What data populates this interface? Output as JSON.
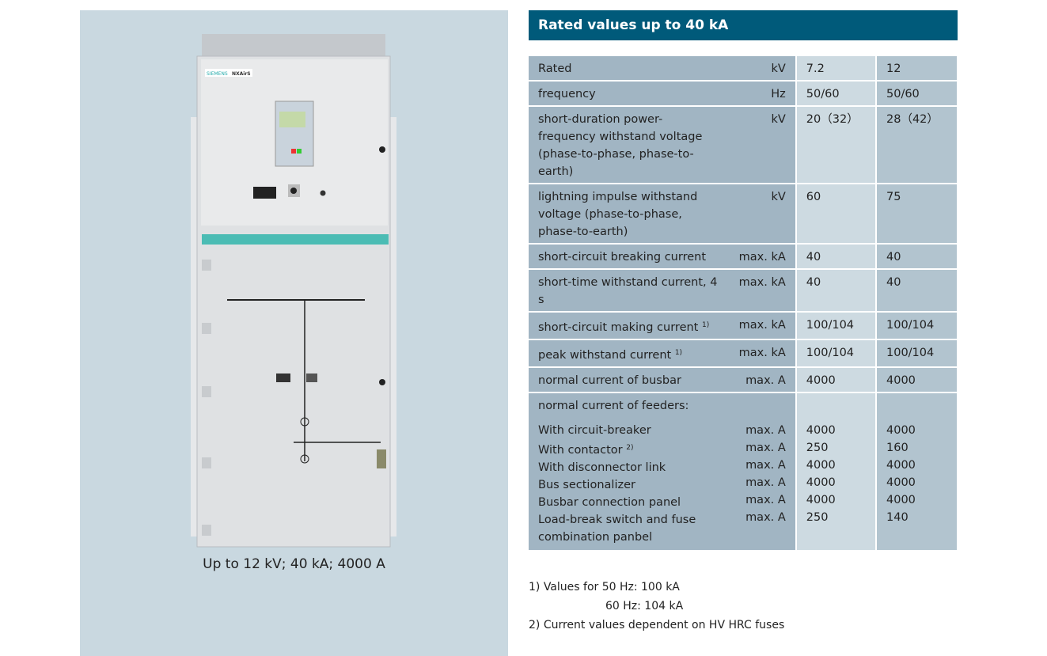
{
  "caption": "Up to 12 kV; 40 kA; 4000 A",
  "logo": {
    "brand": "SIEMENS",
    "product": "NXAirS"
  },
  "title": "Rated values up to 40 kA",
  "rows": [
    {
      "label": "Rated",
      "unit": "kV",
      "v1": "7.2",
      "v2": "12"
    },
    {
      "label": "frequency",
      "unit": "Hz",
      "v1": "50/60",
      "v2": "50/60"
    },
    {
      "label": "short-duration power-frequency withstand voltage (phase-to-phase, phase-to-earth)",
      "unit": "kV",
      "v1": "20（32）",
      "v2": "28（42）"
    },
    {
      "label": "lightning impulse withstand voltage (phase-to-phase, phase-to-earth)",
      "unit": "kV",
      "v1": "60",
      "v2": "75"
    },
    {
      "label": "short-circuit breaking current",
      "unit": "max. kA",
      "v1": "40",
      "v2": "40"
    },
    {
      "label": "short-time withstand current, 4 s",
      "unit": "max. kA",
      "v1": "40",
      "v2": "40"
    },
    {
      "label": "short-circuit making current",
      "sup": "1)",
      "unit": "max. kA",
      "v1": "100/104",
      "v2": "100/104"
    },
    {
      "label": "peak withstand current",
      "sup": "1)",
      "unit": "max. kA",
      "v1": "100/104",
      "v2": "100/104"
    },
    {
      "label": "normal current of busbar",
      "unit": "max. A",
      "v1": "4000",
      "v2": "4000"
    }
  ],
  "feeders": {
    "heading": "normal current of feeders:",
    "items": [
      {
        "label": "With circuit-breaker",
        "unit": "max. A",
        "v1": "4000",
        "v2": "4000"
      },
      {
        "label": "With contactor",
        "sup": "2)",
        "unit": "max. A",
        "v1": "250",
        "v2": "160"
      },
      {
        "label": "With disconnector link",
        "unit": "max. A",
        "v1": "4000",
        "v2": "4000"
      },
      {
        "label": "Bus sectionalizer",
        "unit": "max. A",
        "v1": "4000",
        "v2": "4000"
      },
      {
        "label": "Busbar connection panel",
        "unit": "max. A",
        "v1": "4000",
        "v2": "4000"
      },
      {
        "label": "Load-break switch and fuse combination panbel",
        "unit": "max. A",
        "v1": "250",
        "v2": "140"
      }
    ]
  },
  "notes": [
    "1)  Values for 50 Hz: 100 kA",
    "60 Hz: 104 kA",
    "2)  Current values dependent on HV HRC fuses"
  ]
}
